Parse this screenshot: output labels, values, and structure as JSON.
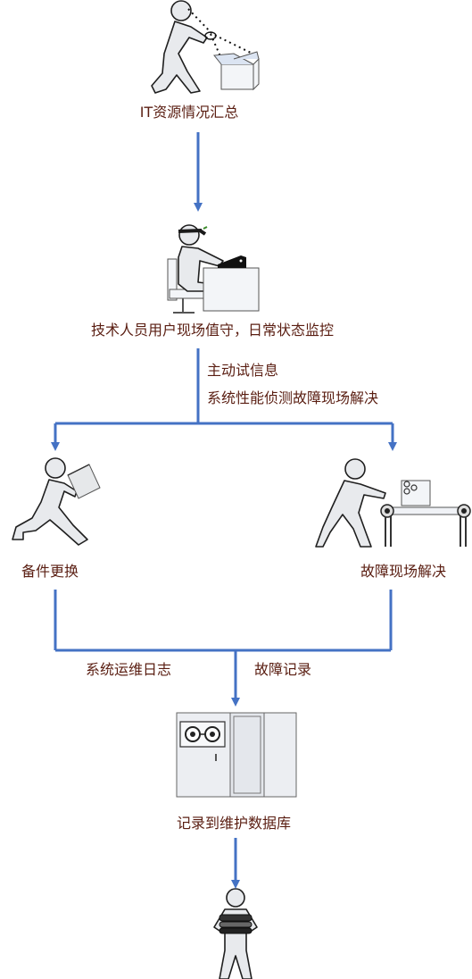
{
  "nodes": {
    "summary": "IT资源情况汇总",
    "duty": "技术人员用户现场值守，日常状态监控",
    "spare": "备件更换",
    "fault_site": "故障现场解决",
    "db": "记录到维护数据库"
  },
  "edges": {
    "info_line1": "主动试信息",
    "info_line2": "系统性能侦测故障现场解决",
    "log_left": "系统运维日志",
    "log_right": "故障记录"
  },
  "colors": {
    "flow": "#4472c4",
    "text": "#5a1e12",
    "figure": "#e8eaed"
  },
  "icons": [
    "person-with-box-icon",
    "person-at-computer-icon",
    "person-carrying-box-icon",
    "person-at-conveyor-icon",
    "server-cabinet-icon",
    "person-holding-books-icon"
  ]
}
